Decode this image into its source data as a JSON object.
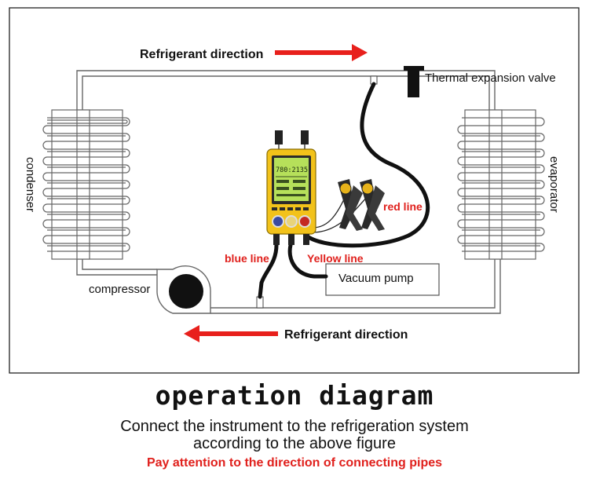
{
  "diagram": {
    "top_flow_label": "Refrigerant direction",
    "bottom_flow_label": "Refrigerant direction",
    "expansion_valve_label": "Thermal expansion valve",
    "condenser_label": "condenser",
    "evaporator_label": "evaporator",
    "compressor_label": "compressor",
    "vacuum_pump_label": "Vacuum pump",
    "red_line_label": "red line",
    "blue_line_label": "blue line",
    "yellow_line_label": "Yellow line",
    "gauge_display_top": "780:2135",
    "colors": {
      "arrow": "#e8201c",
      "line_label": "#e0201c",
      "gauge_body": "#f2c21a",
      "gauge_screen": "#b6e05a",
      "hose": "#111111"
    }
  },
  "caption": {
    "title": "operation diagram",
    "line1": "Connect the instrument to the refrigeration system",
    "line2": "according to the above figure",
    "warning": "Pay attention to the direction of connecting pipes"
  }
}
